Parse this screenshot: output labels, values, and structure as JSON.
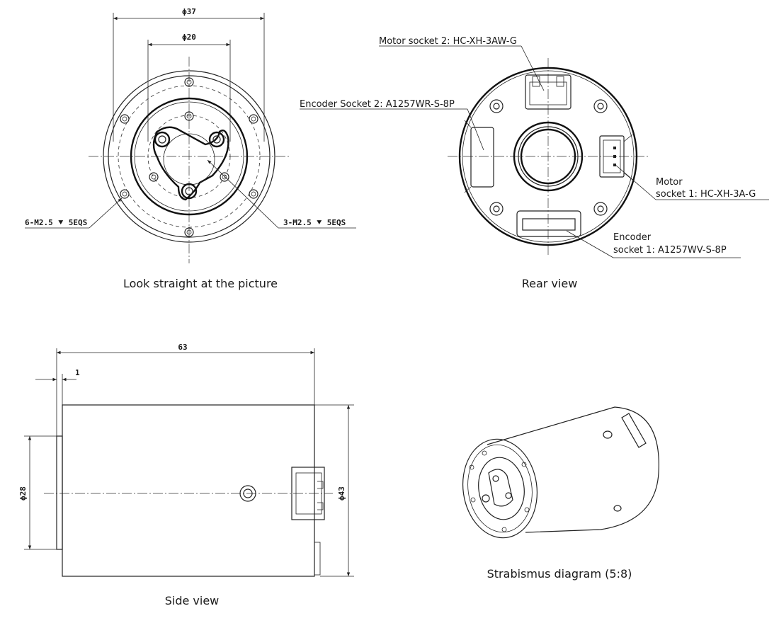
{
  "front_view": {
    "caption": "Look straight at the picture",
    "dim_outer": "ϕ37",
    "dim_inner": "ϕ20",
    "note_left": "6-M2.5 ⯆ 5EQS",
    "note_right": "3-M2.5 ⯆ 5EQS"
  },
  "rear_view": {
    "caption": "Rear view",
    "motor_socket_2": "Motor socket 2: HC-XH-3AW-G",
    "encoder_socket_2": "Encoder Socket 2: A1257WR-S-8P",
    "motor_socket_1_line1": "Motor",
    "motor_socket_1_line2": "socket 1: HC-XH-3A-G",
    "encoder_socket_1_line1": "Encoder",
    "encoder_socket_1_line2": "socket 1: A1257WV-S-8P"
  },
  "side_view": {
    "caption": "Side view",
    "dim_length": "63",
    "dim_flange": "1",
    "dim_boss": "ϕ28",
    "dim_body": "ϕ43"
  },
  "iso_view": {
    "caption": "Strabismus diagram (5:8)"
  },
  "colors": {
    "line": "#222222",
    "background": "#ffffff"
  }
}
